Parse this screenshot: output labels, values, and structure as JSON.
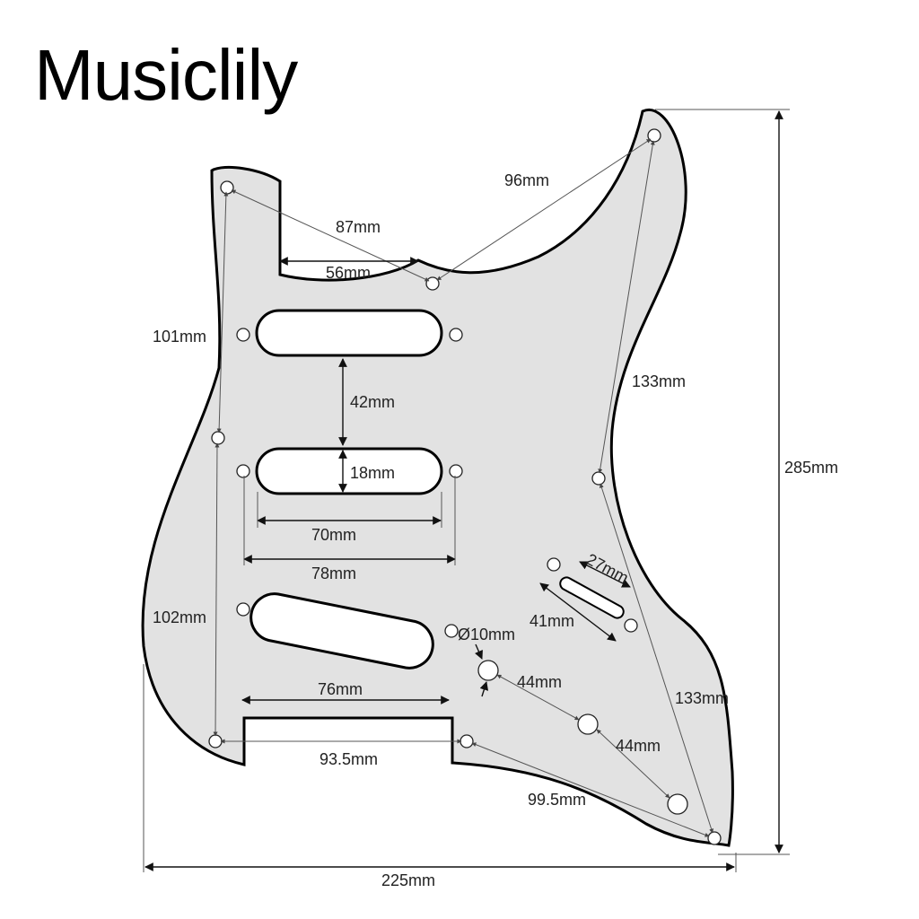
{
  "brand": "Musiclily",
  "dimensions": {
    "d96": "96mm",
    "d87": "87mm",
    "d56": "56mm",
    "d101": "101mm",
    "d42": "42mm",
    "d18": "18mm",
    "d70": "70mm",
    "d78": "78mm",
    "d133_top": "133mm",
    "d285": "285mm",
    "d27": "27mm",
    "d41": "41mm",
    "d10": "Ø10mm",
    "d102": "102mm",
    "d76": "76mm",
    "d44a": "44mm",
    "d44b": "44mm",
    "d93_5": "93.5mm",
    "d133_bottom": "133mm",
    "d99_5": "99.5mm",
    "d225": "225mm"
  },
  "colors": {
    "pickguard_fill": "#e2e2e2",
    "outline": "#000000",
    "dimension_line": "#555555",
    "background": "#ffffff"
  }
}
